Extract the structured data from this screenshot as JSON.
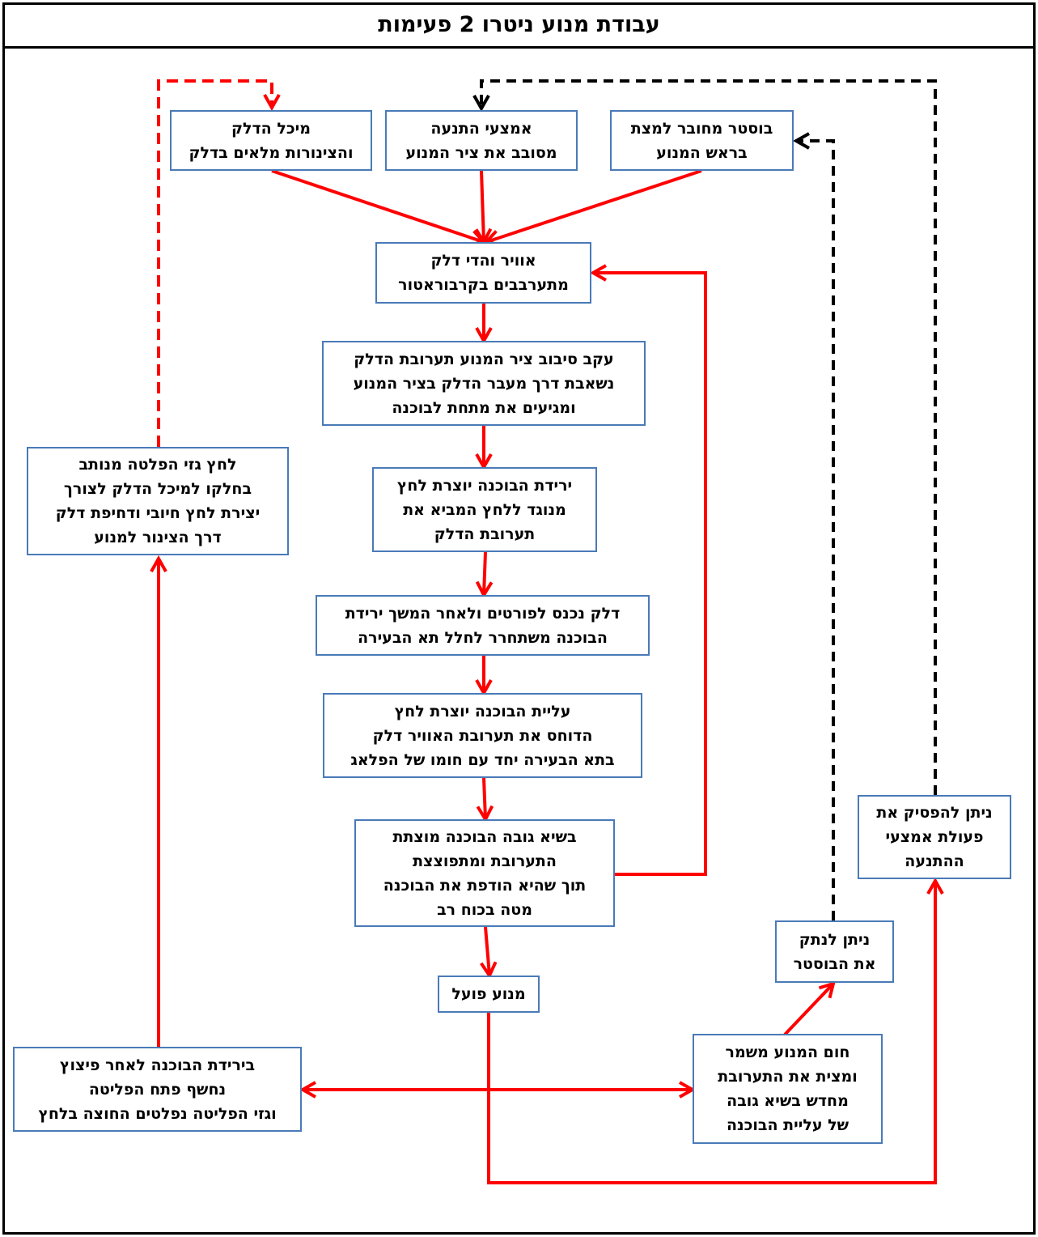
{
  "title": "עבודת מנוע ניטרו 2 פעימות",
  "colors": {
    "flow_arrow": "#ff0000",
    "control_arrow": "#000000",
    "box_border": "#4a7ab8"
  },
  "boxes": {
    "fuel_tank": [
      "מיכל הדלק",
      "והצינורות מלאים בדלק"
    ],
    "starter": [
      "אמצעי התנעה",
      "מסובב את ציר המנוע"
    ],
    "booster": [
      "בוסטר מחובר למצת",
      "בראש המנוע"
    ],
    "carburetor": [
      "אוויר והדי דלק",
      "מתערבבים בקרבוראטור"
    ],
    "shaft_rotation": [
      "עקב סיבוב  ציר המנוע תערובת הדלק",
      "נשאבת דרך מעבר הדלק בציר המנוע",
      "ומגיעים את מתחת לבוכנה"
    ],
    "piston_down_pressure": [
      "ירידת הבוכנה יוצרת לחץ",
      "מנוגד ללחץ המביא את",
      "תערובת הדלק"
    ],
    "ports": [
      "דלק נכנס לפורטים ולאחר המשך ירידת",
      "הבוכנה משתחרר לחלל תא הבעירה"
    ],
    "piston_up": [
      "עליית הבוכנה יוצרת לחץ",
      "הדוחס את תערובת האוויר דלק",
      "בתא הבעירה יחד עם חומו של הפלאג"
    ],
    "ignition": [
      "בשיא גובה הבוכנה מוצתת",
      "התערובת ומתפוצצת",
      "תוך שהיא הודפת את הבוכנה",
      "מטה בכוח רב"
    ],
    "engine_running": [
      "מנוע פועל"
    ],
    "exhaust_pressure": [
      "לחץ גזי הפלטה מנותב",
      "בחלקו למיכל הדלק לצורך",
      "יצירת לחץ חיובי ודחיפת דלק",
      "דרך הצינור למנוע"
    ],
    "exhaust_open": [
      "בירידת הבוכנה לאחר פיצוץ",
      "נחשף פתח הפליטה",
      "וגזי הפליטה נפלטים החוצה בלחץ"
    ],
    "engine_heat": [
      "חום המנוע משמר",
      "ומצית את התערובת",
      "מחדש בשיא גובה",
      "של עליית הבוכנה"
    ],
    "disconnect_booster": [
      "ניתן לנתק",
      "את הבוסטר"
    ],
    "stop_starter": [
      "ניתן להפסיק את",
      "פעולת אמצעי",
      "ההתנעה"
    ]
  }
}
